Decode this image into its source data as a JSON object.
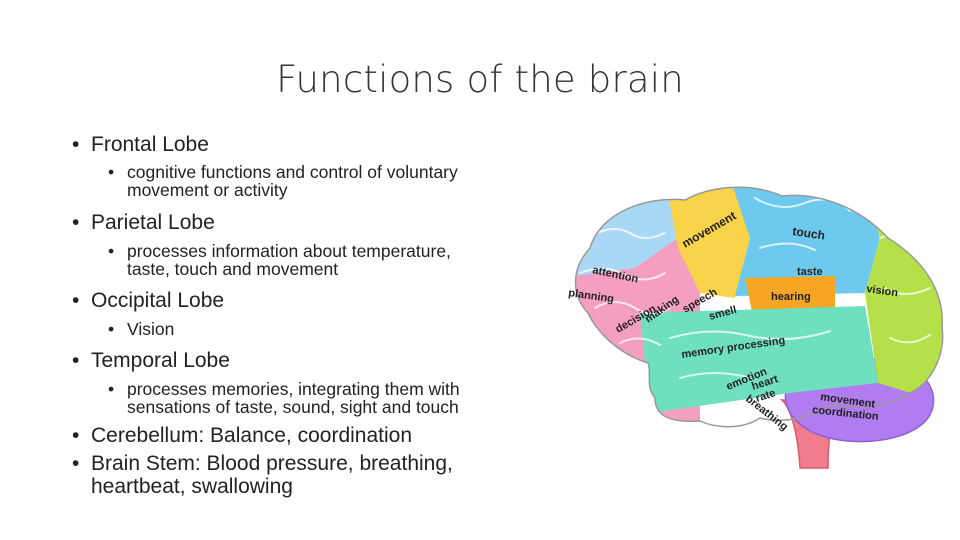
{
  "title": "Functions of the brain",
  "bullets": [
    {
      "label": "Frontal Lobe",
      "detail_lines": [
        "cognitive functions and control of voluntary",
        "movement or activity"
      ]
    },
    {
      "label": "Parietal Lobe",
      "detail_lines": [
        "processes information about temperature,",
        "taste, touch and movement"
      ]
    },
    {
      "label": "Occipital Lobe",
      "detail_lines": [
        "Vision"
      ]
    },
    {
      "label": "Temporal Lobe",
      "detail_lines": [
        "processes memories, integrating them with",
        "sensations of taste, sound, sight and touch"
      ]
    },
    {
      "label": "Cerebellum: Balance, coordination"
    },
    {
      "label_lines": [
        "Brain Stem: Blood pressure, breathing,",
        "heartbeat, swallowing"
      ]
    }
  ],
  "brain_labels": {
    "movement": "movement",
    "touch": "touch",
    "attention": "attention",
    "taste": "taste",
    "planning": "planning",
    "decision": "decision",
    "making": "making",
    "speech": "speech",
    "smell": "smell",
    "hearing": "hearing",
    "vision": "vision",
    "memory_processing": "memory processing",
    "emotion": "emotion",
    "heart": "heart",
    "rate": "rate",
    "breathing": "breathing",
    "movement2": "movement",
    "coordination": "coordination"
  },
  "colors": {
    "frontal_blue": "#a9d8f5",
    "frontal_pink": "#f59fc0",
    "motor_yellow": "#f9d44a",
    "parietal_blue": "#6ec9ef",
    "occipital_green": "#b5e04a",
    "auditory_orange": "#f6a623",
    "temporal_teal": "#6ee0c0",
    "cerebellum_purple": "#b07cf0",
    "stem_pink": "#f07c8c"
  }
}
